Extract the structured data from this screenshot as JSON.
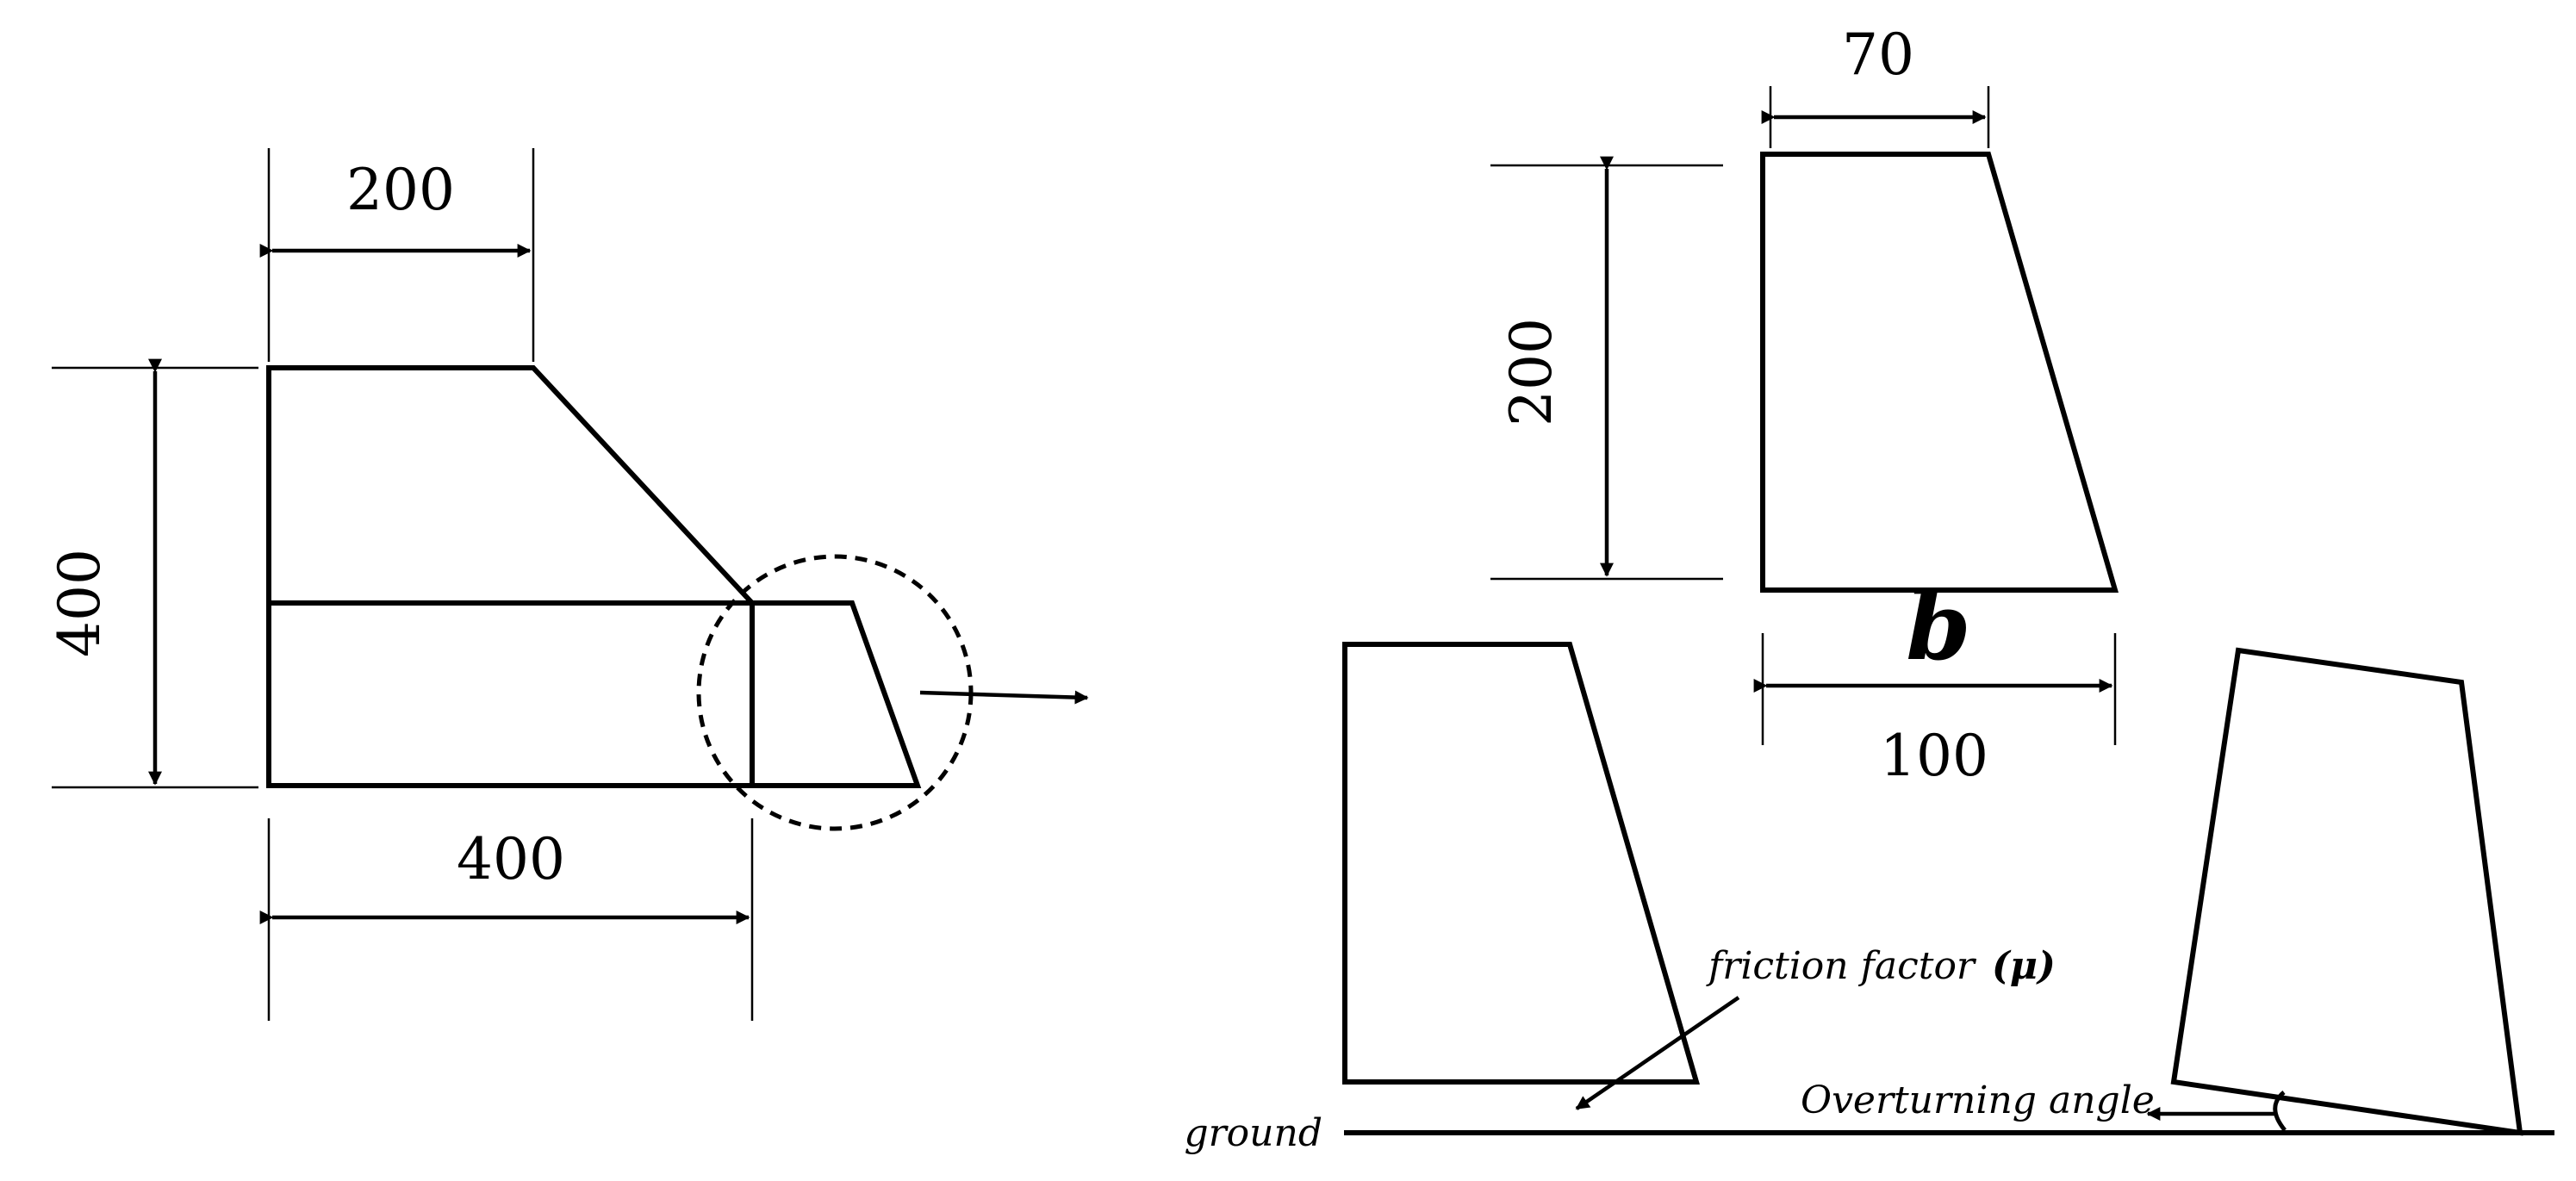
{
  "left_figure": {
    "dim_top_width": "200",
    "dim_height": "400",
    "dim_bottom_width": "400"
  },
  "right_figure": {
    "dim_top_width": "70",
    "dim_height": "200",
    "dim_base_variable": "b",
    "dim_base_width": "100",
    "label_friction_text": "friction factor",
    "label_friction_symbol": "(μ)",
    "label_overturning": "Overturning angle",
    "label_ground": "ground"
  }
}
